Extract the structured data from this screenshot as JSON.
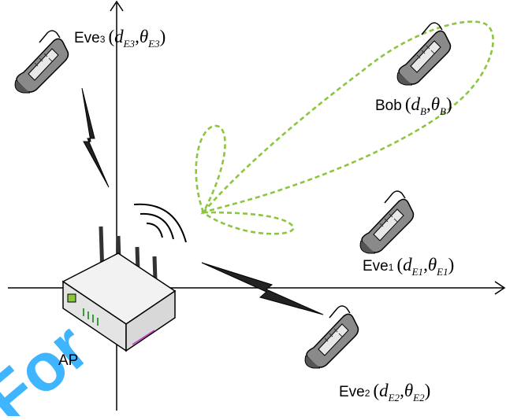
{
  "labels": {
    "ap": "AP",
    "bob": {
      "name": "Bob",
      "d": "d",
      "d_sub": "B",
      "theta": "θ",
      "theta_sub": "B"
    },
    "eve1": {
      "name": "Eve",
      "idx": "1",
      "d": "d",
      "d_sub": "E1",
      "theta": "θ",
      "theta_sub": "E1"
    },
    "eve2": {
      "name": "Eve",
      "idx": "2",
      "d": "d",
      "d_sub": "E2",
      "theta": "θ",
      "theta_sub": "E2"
    },
    "eve3": {
      "name": "Eve",
      "idx": "3",
      "d": "d",
      "d_sub": "E3",
      "theta": "θ",
      "theta_sub": "E3"
    },
    "punct": {
      "open": "(",
      "comma": ",",
      "close": ")"
    }
  },
  "watermark": "For",
  "colors": {
    "beam": "#8cc63f",
    "watermark": "#1ea7ff",
    "axes": "#000000",
    "bolt": "#222222",
    "phone_body": "#8a8a8a",
    "router_body": "#f2f2f2"
  },
  "icons": [
    "phone-icon",
    "router-icon",
    "lightning-bolt-icon",
    "wifi-waves-icon"
  ]
}
